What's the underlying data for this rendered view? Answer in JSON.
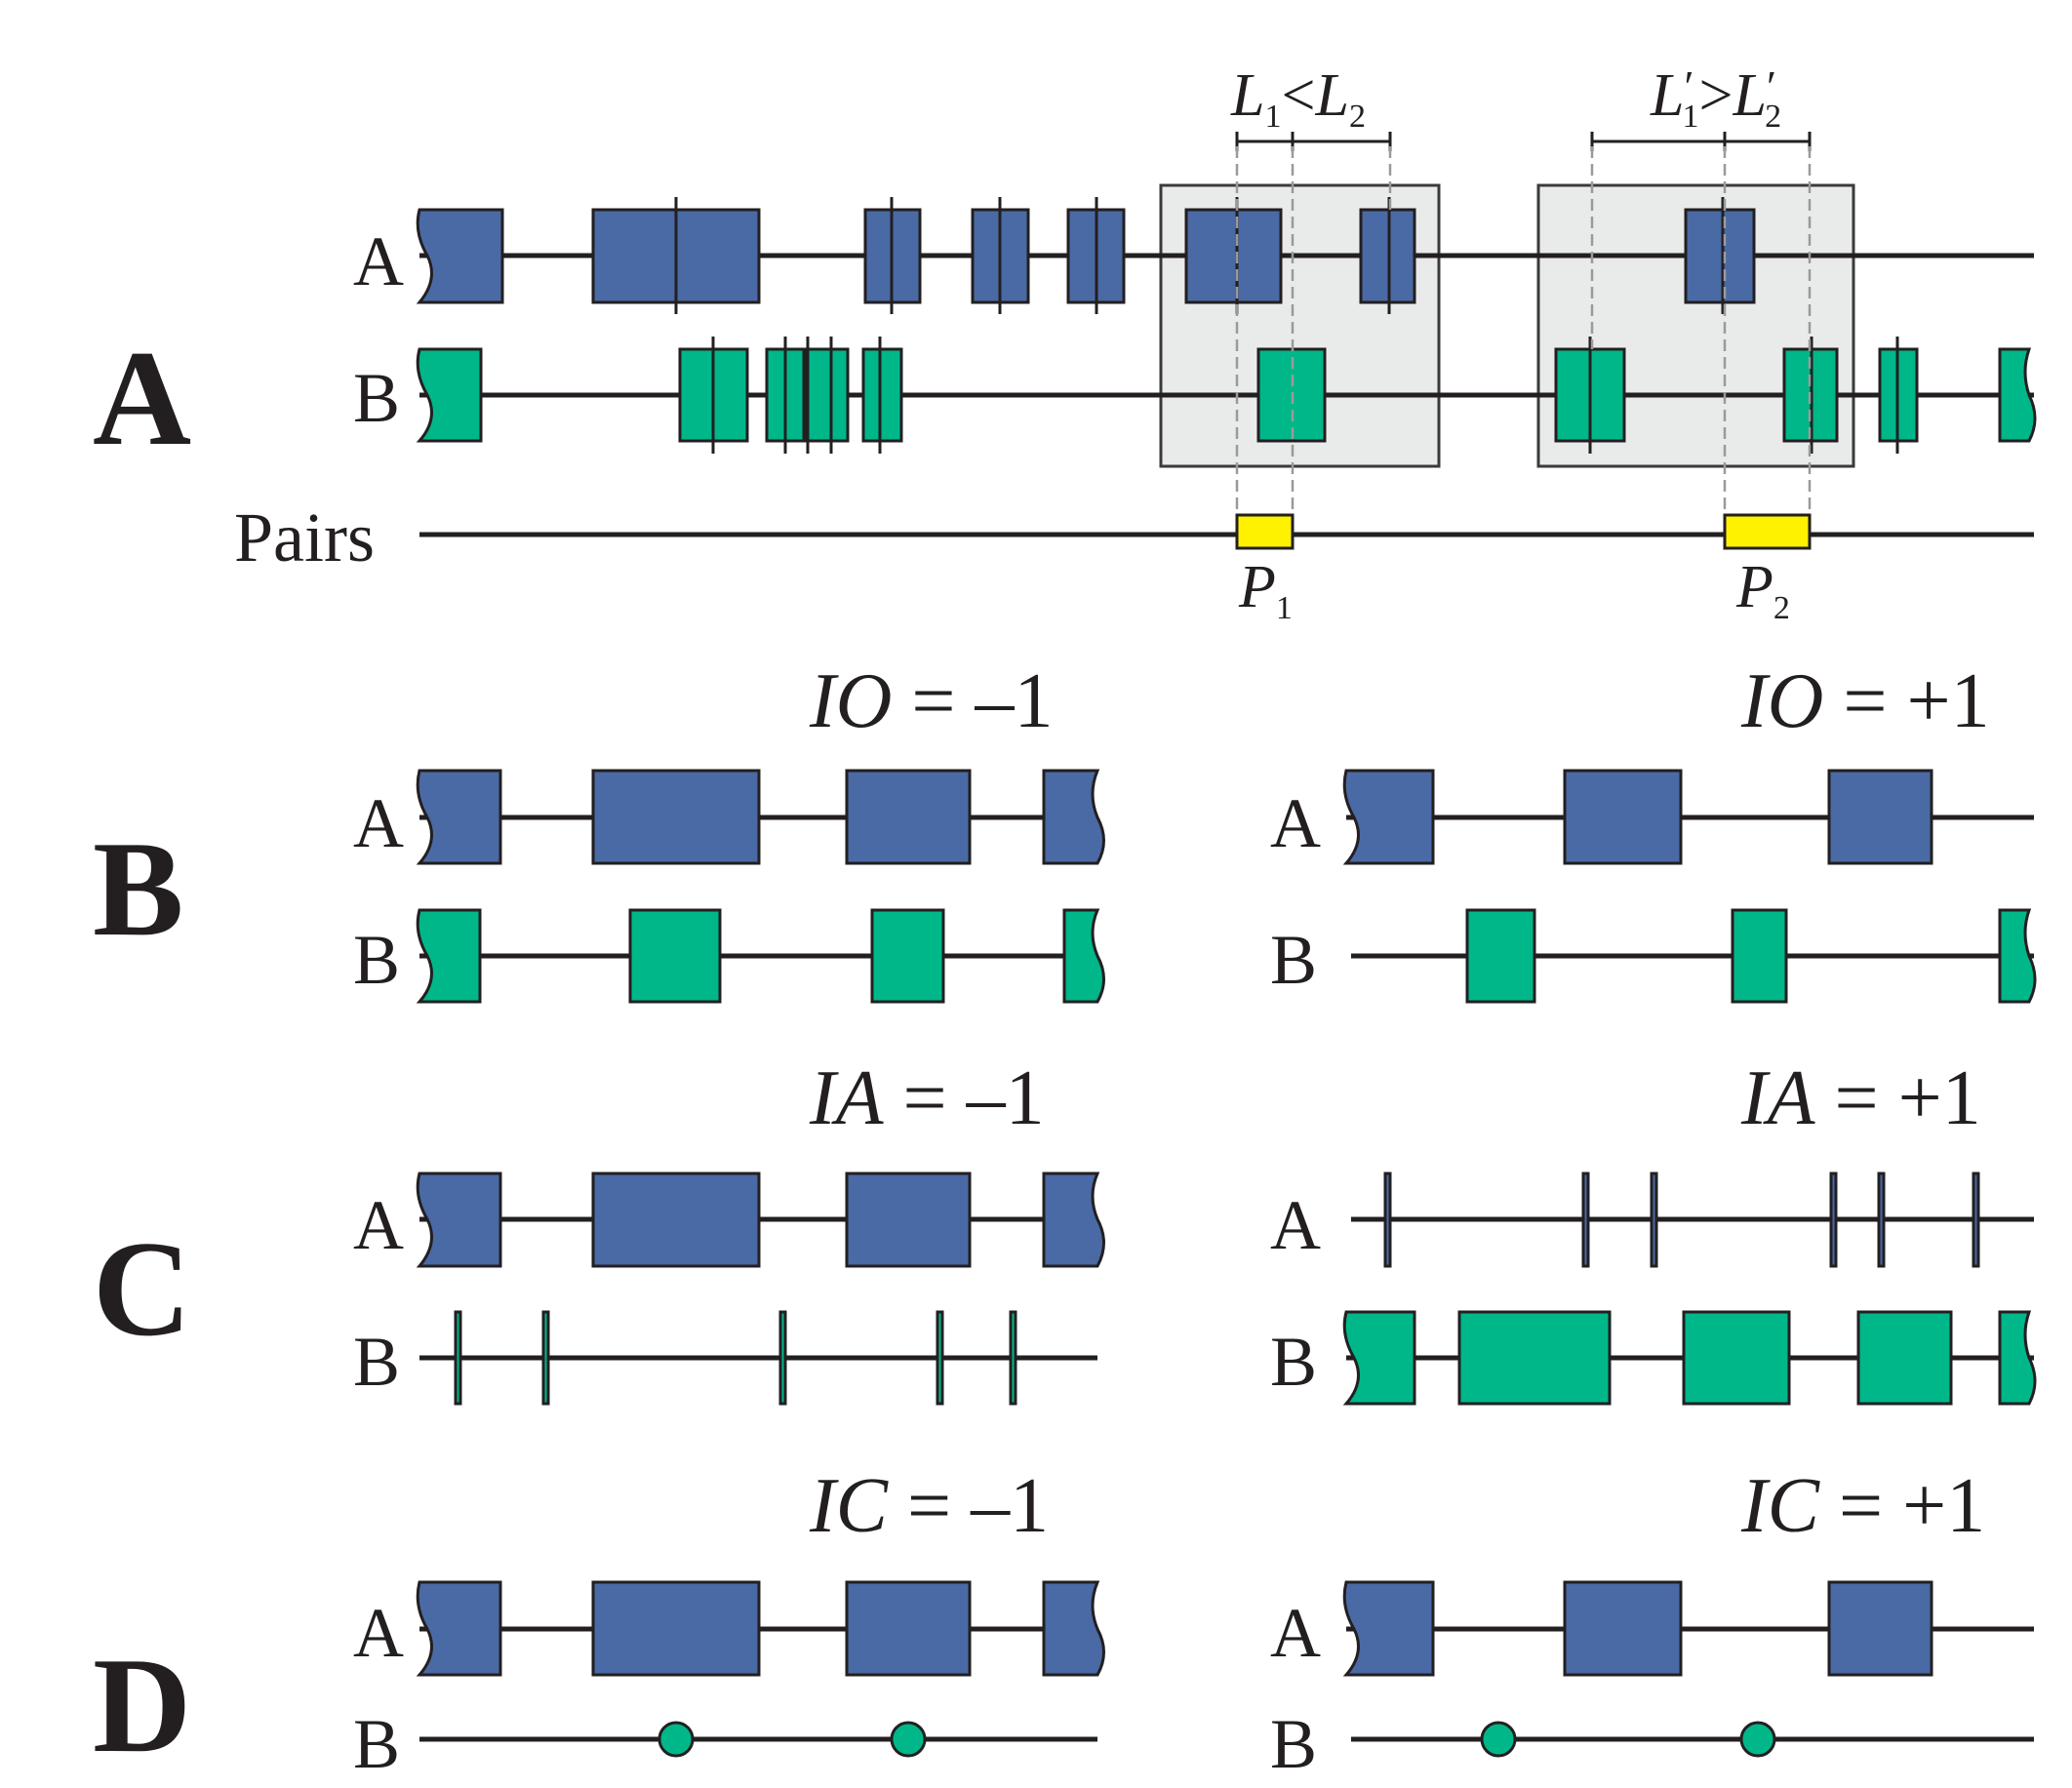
{
  "panels": {
    "a": "A",
    "b": "B",
    "c": "C",
    "d": "D"
  },
  "tracks": {
    "a": "A",
    "b": "B",
    "pairs": "Pairs"
  },
  "dimension_labels": {
    "L": "L",
    "less_than": "<",
    "greater_than": ">",
    "prime": "′",
    "sub1": "1",
    "sub2": "2",
    "P": "P"
  },
  "equations": {
    "io_neg": {
      "var": "IO",
      "rest": " = –1"
    },
    "io_pos": {
      "var": "IO",
      "rest": " = +1"
    },
    "ia_neg": {
      "var": "IA",
      "rest": " = –1"
    },
    "ia_pos": {
      "var": "IA",
      "rest": " = +1"
    },
    "ic_neg": {
      "var": "IC",
      "rest": " = –1"
    },
    "ic_pos": {
      "var": "IC",
      "rest": " = +1"
    }
  },
  "colors": {
    "sequence_a": "#4a6aa5",
    "sequence_b": "#00b78a",
    "pair": "#fff200",
    "window": "#e9ebea",
    "line": "#231f20"
  }
}
